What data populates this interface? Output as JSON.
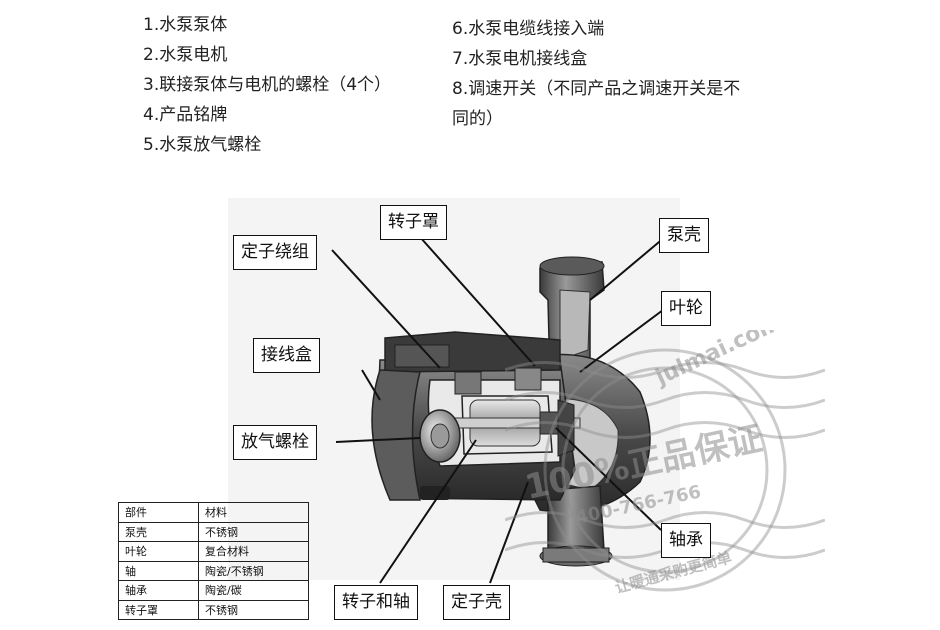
{
  "legend_left": [
    "1.水泵泵体",
    "2.水泵电机",
    "3.联接泵体与电机的螺栓（4个）",
    "4.产品铭牌",
    "5.水泵放气螺栓"
  ],
  "legend_right": [
    "6.水泵电缆线接入端",
    "7.水泵电机接线盒",
    "8.调速开关（不同产品之调速开关是不同的）"
  ],
  "callouts": {
    "rotor_cover": "转子罩",
    "stator_winding": "定子绕组",
    "pump_shell": "泵壳",
    "impeller": "叶轮",
    "junction_box": "接线盒",
    "vent_screw": "放气螺栓",
    "bearing": "轴承",
    "rotor_shaft": "转子和轴",
    "stator_shell": "定子壳"
  },
  "stamp": {
    "url_text": "julmai.com",
    "guarantee_text": "100%正品保证",
    "phone_text": "400-766-766",
    "slogan_text": "让暖通采购更简单"
  },
  "materials_table": {
    "rows": [
      [
        "部件",
        "材料"
      ],
      [
        "泵壳",
        "不锈钢"
      ],
      [
        "叶轮",
        "复合材料"
      ],
      [
        "轴",
        "陶瓷/不锈钢"
      ],
      [
        "轴承",
        "陶瓷/碳"
      ],
      [
        "转子罩",
        "不锈钢"
      ]
    ]
  }
}
